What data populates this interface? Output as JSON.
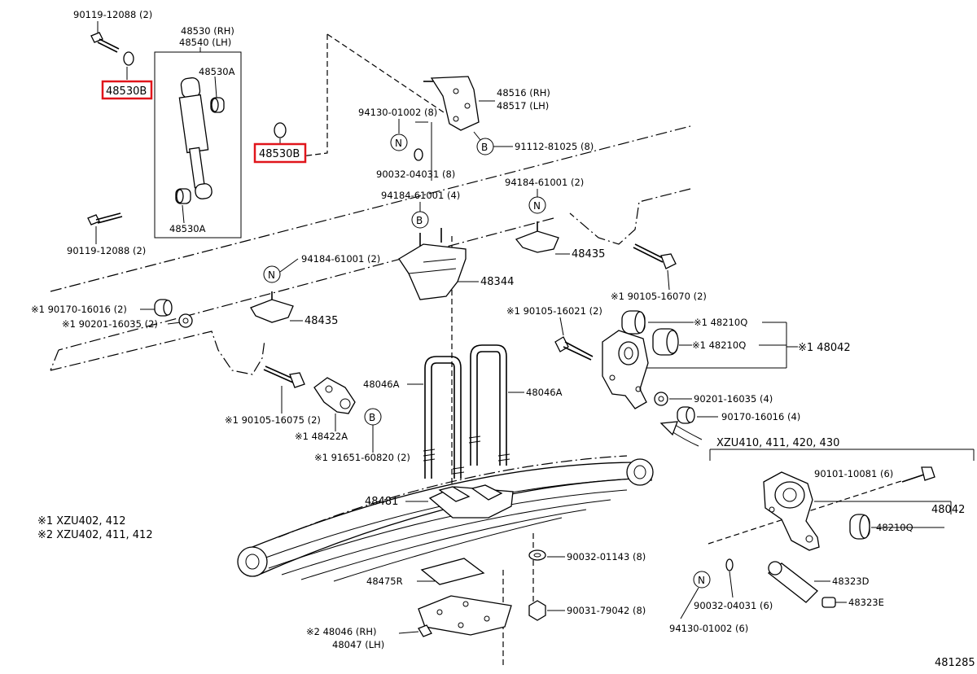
{
  "highlight_color": "#e0151b",
  "labels": {
    "bolt_top": "90119-12088 (2)",
    "shock_rh": "48530 (RH)",
    "shock_lh": "48540 (LH)",
    "shock_a_top": "48530A",
    "shock_a_bottom": "48530A",
    "bolt_bottom": "90119-12088 (2)",
    "hl_1": "48530B",
    "hl_2": "48530B",
    "bracket_rh": "48516 (RH)",
    "bracket_lh": "48517 (LH)",
    "nut_94130": "94130-01002 (8)",
    "bolt_91112": "91112-81025 (8)",
    "washer_90032": "90032-04031 (8)",
    "nut_b_94184": "94184-61001 (4)",
    "nut_n_94184": "94184-61001 (2)",
    "nut_mid_94184": "94184-61001 (2)",
    "bumper_48344": "48344",
    "bumper_48435_r": "48435",
    "bumper_48435_l": "48435",
    "bolt_90105_16070": "※1 90105-16070 (2)",
    "bushing_90170_l": "※1 90170-16016 (2)",
    "washer_90201_l": "※1 90201-16035 (2)",
    "bolt_90105_16021": "※1 90105-16021 (2)",
    "bushing_48210q_1": "※1 48210Q",
    "bushing_48210q_2": "※1 48210Q",
    "shackle_48042": "※1 48042",
    "ubolt_l": "48046A",
    "ubolt_r": "48046A",
    "washer_90201_r": "90201-16035 (4)",
    "bushing_90170_r": "90170-16016 (4)",
    "bolt_90105_16075": "※1  90105-16075 (2)",
    "plate_48422a": "※1 48422A",
    "nut_91651": "※1  91651-60820 (2)",
    "models_header": "XZU410, 411, 420, 430",
    "bolt_90101": "90101-10081 (6)",
    "shackle_48042_b": "48042",
    "bushing_48210q_b": "48210Q",
    "pad_48481": "48481",
    "note_1": "※1  XZU402, 412",
    "note_2": "※2  XZU402, 411, 412",
    "washer_90032_01143": "90032-01143 (8)",
    "pad_48475r": "48475R",
    "nut_90031": "90031-79042 (8)",
    "pin_48323d": "48323D",
    "grease_48323e": "48323E",
    "washer_90032_b": "90032-04031 (6)",
    "nut_94130_b": "94130-01002 (6)",
    "seat_rh": "※2  48046 (RH)",
    "seat_lh": "48047 (LH)",
    "diagram_number": "481285",
    "letter_n1": "N",
    "letter_b1": "B",
    "letter_b2": "B",
    "letter_n2": "N",
    "letter_n3": "N",
    "letter_b3": "B",
    "letter_n4": "N"
  }
}
